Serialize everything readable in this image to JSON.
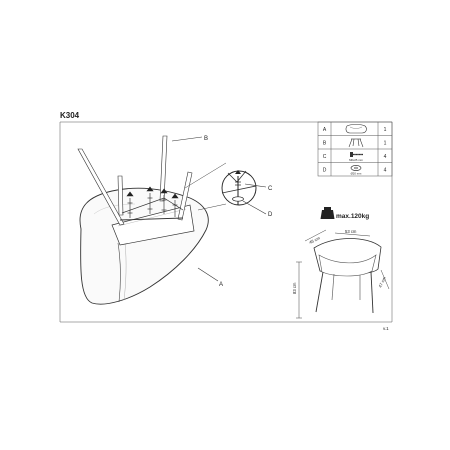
{
  "model": "K304",
  "version": "v.1",
  "parts_table": [
    {
      "letter": "A",
      "qty": "1",
      "dim": ""
    },
    {
      "letter": "B",
      "qty": "1",
      "dim": ""
    },
    {
      "letter": "C",
      "qty": "4",
      "dim": "M6x25 mm"
    },
    {
      "letter": "D",
      "qty": "4",
      "dim": "Ø20 mm"
    }
  ],
  "callouts": {
    "a": "A",
    "b": "B",
    "c": "C",
    "d": "D"
  },
  "max_load": "max.120kg",
  "dimensions": {
    "depth": "46 cm",
    "width": "53 cm",
    "height": "83 cm",
    "seat": "47 cm"
  }
}
